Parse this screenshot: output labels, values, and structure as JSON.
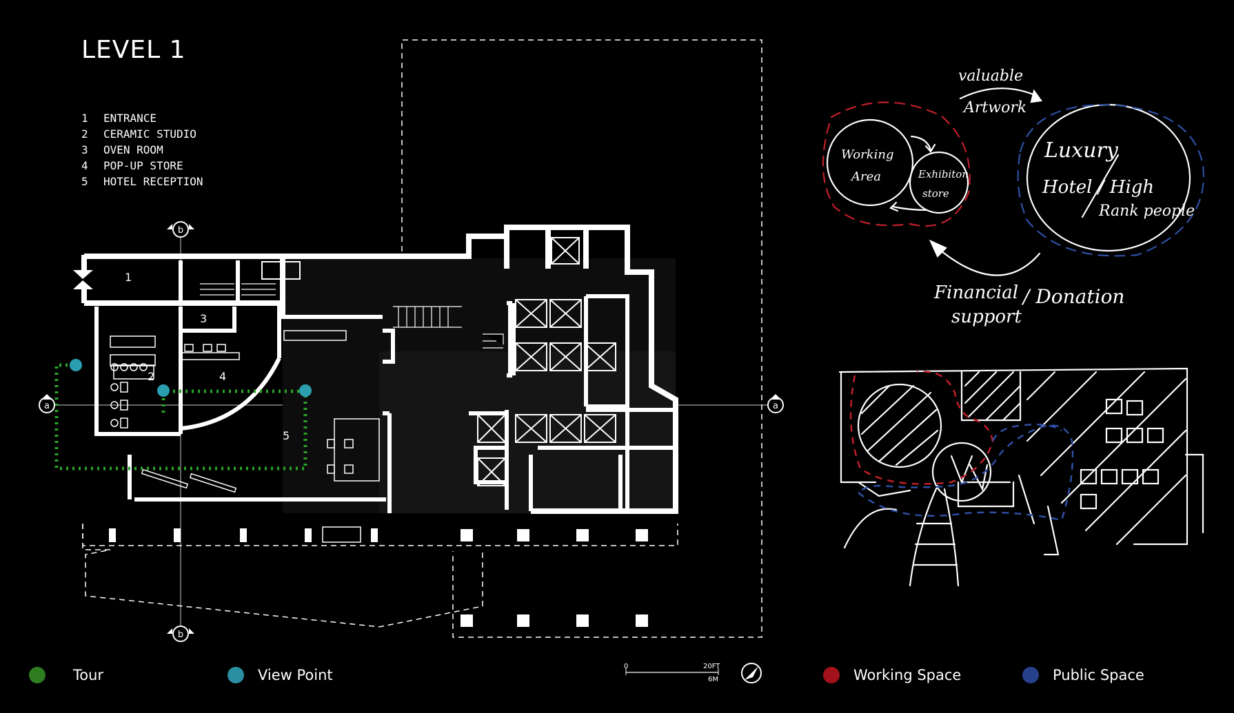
{
  "title": "LEVEL 1",
  "rooms": [
    {
      "num": "1",
      "name": "ENTRANCE"
    },
    {
      "num": "2",
      "name": "CERAMIC STUDIO"
    },
    {
      "num": "3",
      "name": "OVEN ROOM"
    },
    {
      "num": "4",
      "name": "POP-UP STORE"
    },
    {
      "num": "5",
      "name": "HOTEL RECEPTION"
    }
  ],
  "section_markers": {
    "a": "a",
    "b": "b"
  },
  "scale_bar": {
    "start": "0",
    "end_ft": "20FT",
    "end_m": "6M"
  },
  "legend": [
    {
      "label": "Tour",
      "color": "#2e7d1e"
    },
    {
      "label": "View Point",
      "color": "#2a8fa0"
    },
    {
      "label": "Working Space",
      "color": "#a3121b"
    },
    {
      "label": "Public Space",
      "color": "#27408b"
    }
  ],
  "bubble_diagram": {
    "top_arrow": [
      "valuable",
      "Artwork"
    ],
    "working": [
      "Working",
      "Area"
    ],
    "exhibition": [
      "Exhibiton",
      "store"
    ],
    "luxury": [
      "Luxury",
      "Hotel / High",
      "Rank people"
    ],
    "bottom_arrow": [
      "Financial",
      "support",
      "/ Donation"
    ]
  },
  "colors": {
    "background": "#000000",
    "wall": "#ffffff",
    "tour": "#2aa32a",
    "viewpoint": "#2a9fb0",
    "working": "#c0202a",
    "public": "#2f4fa5"
  }
}
